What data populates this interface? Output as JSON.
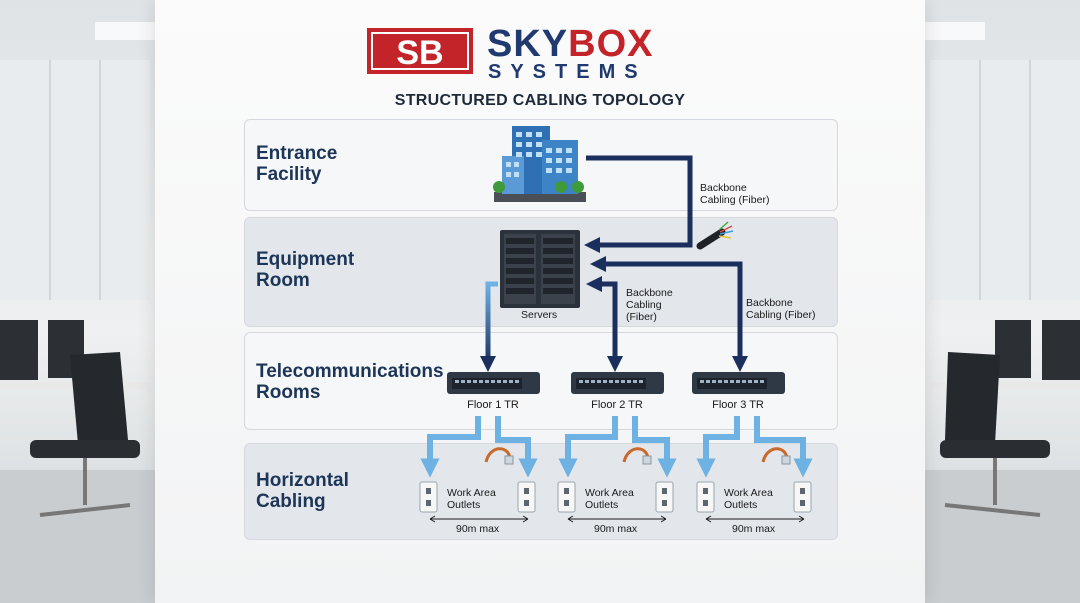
{
  "brand": {
    "logo_text_1": "SKY",
    "logo_text_2": "BOX",
    "logo_text_3": "SYSTEMS",
    "monogram": "SB"
  },
  "title": "STRUCTURED CABLING TOPOLOGY",
  "sections": {
    "entrance": "Entrance\nFacility",
    "equipment": "Equipment\nRoom",
    "telecom": "Telecommunications\nRooms",
    "horizontal": "Horizontal\nCabling"
  },
  "labels": {
    "backbone_1": "Backbone\nCabling (Fiber)",
    "backbone_2": "Backbone\nCabling\n(Fiber)",
    "backbone_3": "Backbone\nCabling (Fiber)",
    "servers": "Servers",
    "floor1": "Floor 1 TR",
    "floor2": "Floor 2 TR",
    "floor3": "Floor 3 TR",
    "work_area_1": "Work Area\nOutlets",
    "work_area_2": "Work Area\nOutlets",
    "work_area_3": "Work Area\nOutlets",
    "dist_1": "90m max",
    "dist_2": "90m max",
    "dist_3": "90m max"
  },
  "colors": {
    "navy": "#1b2f5e",
    "light_blue": "#6eb2e4",
    "logo_red": "#c3242a",
    "label_blue": "#1d3557"
  }
}
